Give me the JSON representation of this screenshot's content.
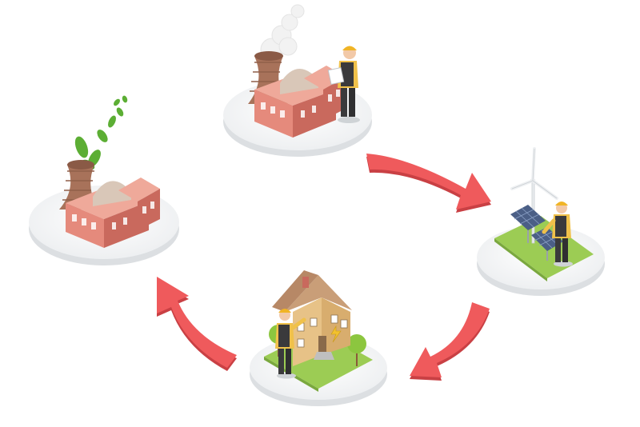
{
  "scene": {
    "stages": [
      {
        "name": "coal-power-plant"
      },
      {
        "name": "renewable-energy-solar-wind"
      },
      {
        "name": "home-electricity"
      },
      {
        "name": "green-power-plant"
      }
    ],
    "flow": "clockwise",
    "colors": {
      "arrow": "#ef5a5c",
      "arrow_shadow": "#c94044",
      "platform_top": "#f4f5f6",
      "platform_side": "#dcdfe2",
      "brick": "#e58a7c",
      "brick_dark": "#c9695d",
      "grass": "#9ccc54",
      "worker_shirt": "#f0c14a",
      "worker_pants": "#3a3a3c",
      "leaf": "#5cae34",
      "house_wall": "#e7c287",
      "house_roof": "#c99e78"
    }
  }
}
